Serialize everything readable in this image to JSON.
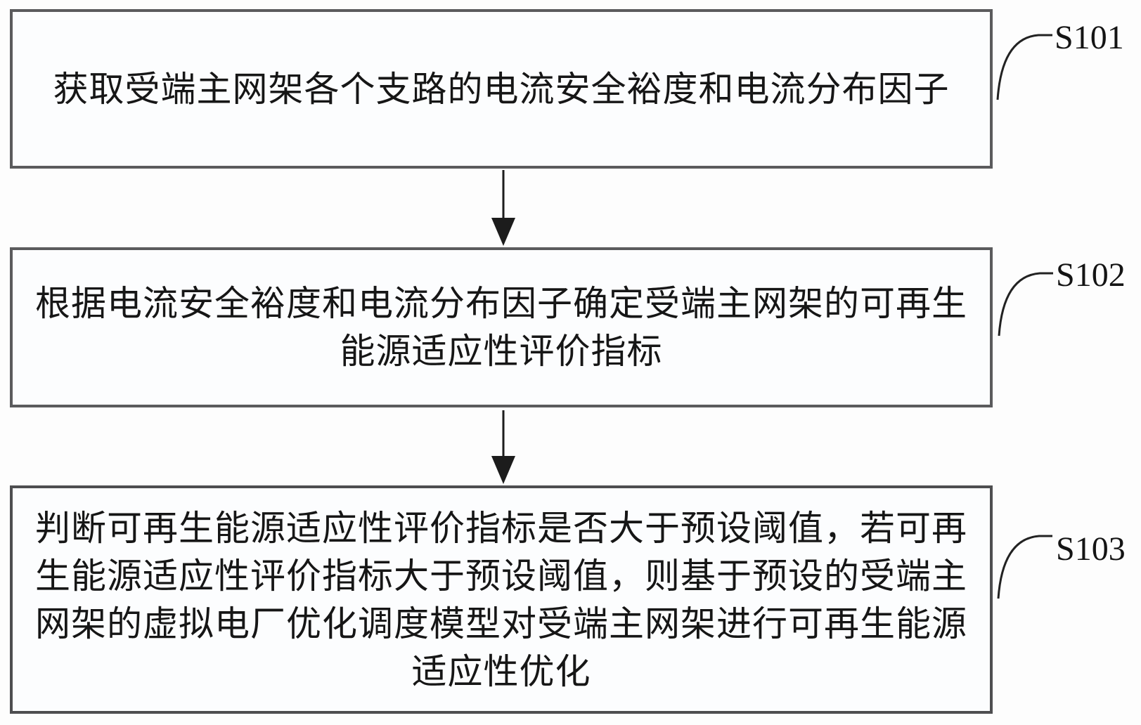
{
  "figure": {
    "background_color": "#fdfdfd",
    "box_border_color": "#5b5b5d",
    "text_color": "#161616",
    "connector_color": "#1c1c1c"
  },
  "steps": [
    {
      "label": "S101",
      "lines": [
        "获取受端主网架各个支路的电流安全裕度和电流分布因子"
      ]
    },
    {
      "label": "S102",
      "lines": [
        "根据电流安全裕度和电流分布因子确定受端主网架的可再生",
        "能源适应性评价指标"
      ]
    },
    {
      "label": "S103",
      "lines": [
        "判断可再生能源适应性评价指标是否大于预设阈值，若可再",
        "生能源适应性评价指标大于预设阈值，则基于预设的受端主",
        "网架的虚拟电厂优化调度模型对受端主网架进行可再生能源",
        "适应性优化"
      ]
    }
  ]
}
